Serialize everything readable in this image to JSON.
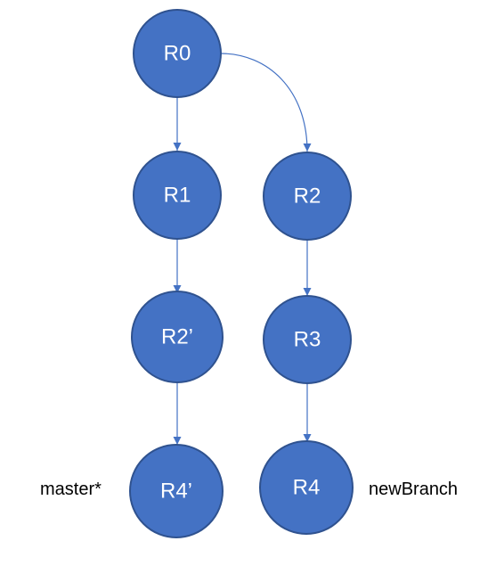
{
  "colors": {
    "node_fill": "#4472C4",
    "node_stroke": "#2F528F",
    "edge": "#4472C4",
    "label_text": "#ffffff",
    "branch_text": "#000000"
  },
  "nodes": {
    "r0": {
      "label": "R0"
    },
    "r1": {
      "label": "R1"
    },
    "r2": {
      "label": "R2"
    },
    "r2p": {
      "label": "R2’"
    },
    "r3": {
      "label": "R3"
    },
    "r4p": {
      "label": "R4’"
    },
    "r4": {
      "label": "R4"
    }
  },
  "edges": [
    {
      "from": "R0",
      "to": "R1"
    },
    {
      "from": "R0",
      "to": "R2"
    },
    {
      "from": "R1",
      "to": "R2’"
    },
    {
      "from": "R2",
      "to": "R3"
    },
    {
      "from": "R2’",
      "to": "R4’"
    },
    {
      "from": "R3",
      "to": "R4"
    }
  ],
  "branches": {
    "master": "master*",
    "new_branch": "newBranch"
  }
}
